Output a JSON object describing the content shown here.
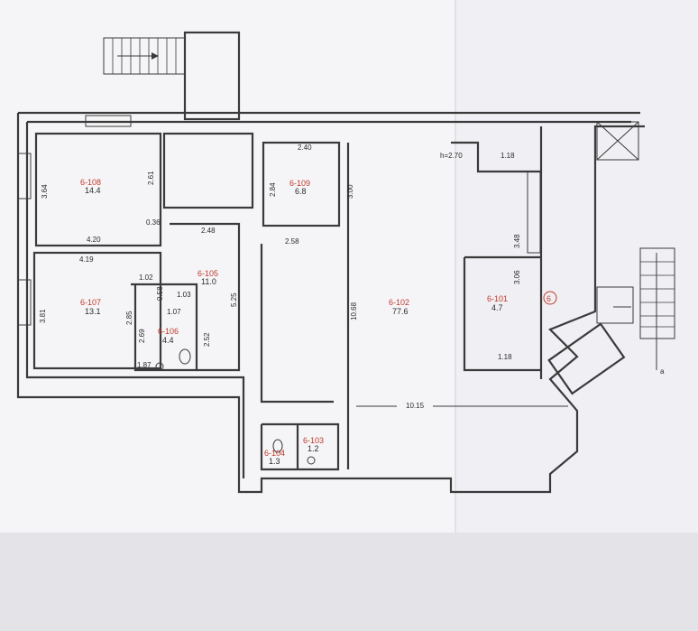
{
  "colors": {
    "background": "#e9e8ec",
    "paper": "#f7f7f9",
    "line": "#3a3a3a",
    "room_id": "#c0392b"
  },
  "rooms": [
    {
      "id": "6-108",
      "area": "14.4"
    },
    {
      "id": "6-107",
      "area": "13.1"
    },
    {
      "id": "6-109",
      "area": "6.8"
    },
    {
      "id": "6-105",
      "area": "11.0"
    },
    {
      "id": "6-106",
      "area": "4.4"
    },
    {
      "id": "6-102",
      "area": "77.6"
    },
    {
      "id": "6-101",
      "area": "4.7"
    },
    {
      "id": "6-104",
      "area": "1.3"
    },
    {
      "id": "6-103",
      "area": "1.2"
    }
  ],
  "dimensions": [
    "3.64",
    "2.61",
    "0.36",
    "4.20",
    "4.19",
    "1.02",
    "3.81",
    "0.58",
    "1.03",
    "2.85",
    "2.69",
    "1.07",
    "2.52",
    "1.87",
    "2.48",
    "5.25",
    "2.40",
    "2.84",
    "3.00",
    "2.58",
    "10.68",
    "h=2.70",
    "1.18",
    "3.48",
    "3.06",
    "1.18",
    "10.15"
  ],
  "marker_circle": "6",
  "stair_label": "a"
}
